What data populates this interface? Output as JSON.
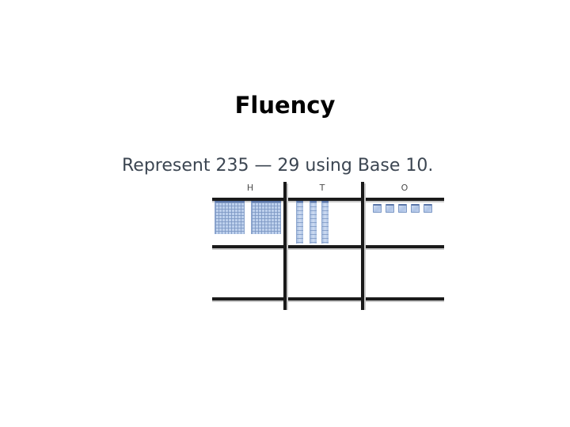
{
  "slide": {
    "title": "Fluency",
    "background_color": "#ffffff"
  },
  "prompt": {
    "text": "Represent 235 — 29 using Base 10.",
    "color": "#3c4652"
  },
  "place_value_chart": {
    "columns": [
      {
        "header": "H",
        "name": "hundreds"
      },
      {
        "header": "T",
        "name": "tens"
      },
      {
        "header": "O",
        "name": "ones"
      }
    ],
    "grid": {
      "horizontal_lines": 3,
      "vertical_lines": 2,
      "line_color": "#1a1a1a"
    },
    "blocks": {
      "hundreds_flats": 2,
      "tens_rods": 3,
      "ones_units": 5,
      "block_fill_color": "#bdd0ec",
      "block_line_color": "#7d98c4",
      "represented_number": "235"
    }
  }
}
